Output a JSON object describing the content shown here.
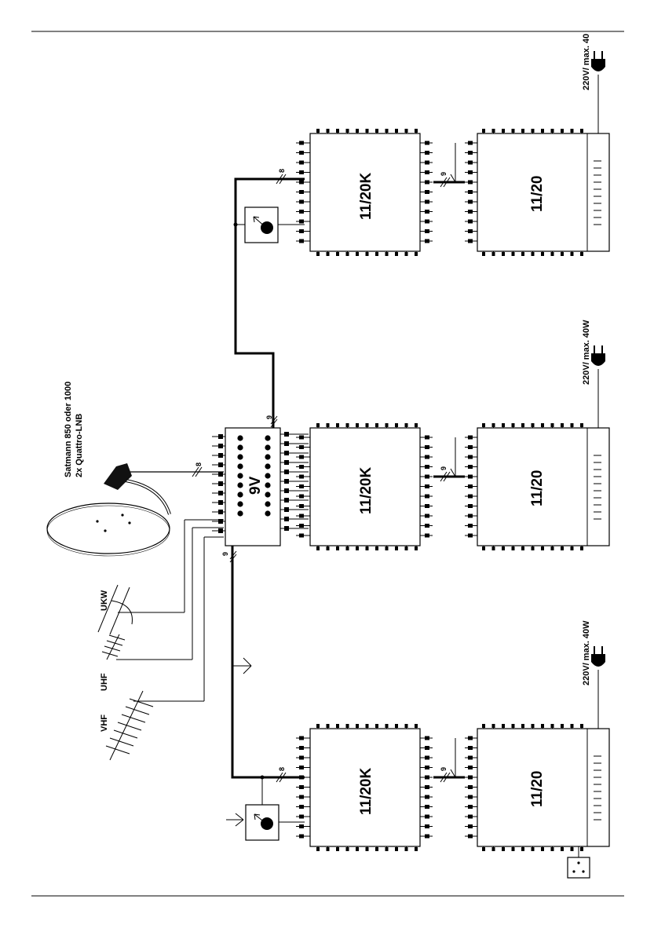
{
  "satellite": {
    "model": "Satmann 850 oder 1000",
    "lnb": "2x Quattro-LNB"
  },
  "antennas": {
    "ukw": "UKW",
    "uhf": "UHF",
    "vhf": "VHF"
  },
  "headend": {
    "label": "9V",
    "bus_in_label": "8",
    "bus_out_label": "9",
    "bus_left_label": "9"
  },
  "columns": [
    {
      "cascade_label": "11/20K",
      "end_label": "11/20",
      "bus_label_top": "8",
      "bus_label_mid": "9",
      "power_label": "220V/ max. 40W"
    },
    {
      "cascade_label": "11/20K",
      "end_label": "11/20",
      "bus_label_top": "9",
      "bus_label_mid": "9",
      "power_label": "220V/ max. 40W"
    },
    {
      "cascade_label": "11/20K",
      "end_label": "11/20",
      "bus_label_top": "8",
      "bus_label_mid": "9",
      "power_label": "220V/ max. 40"
    }
  ]
}
